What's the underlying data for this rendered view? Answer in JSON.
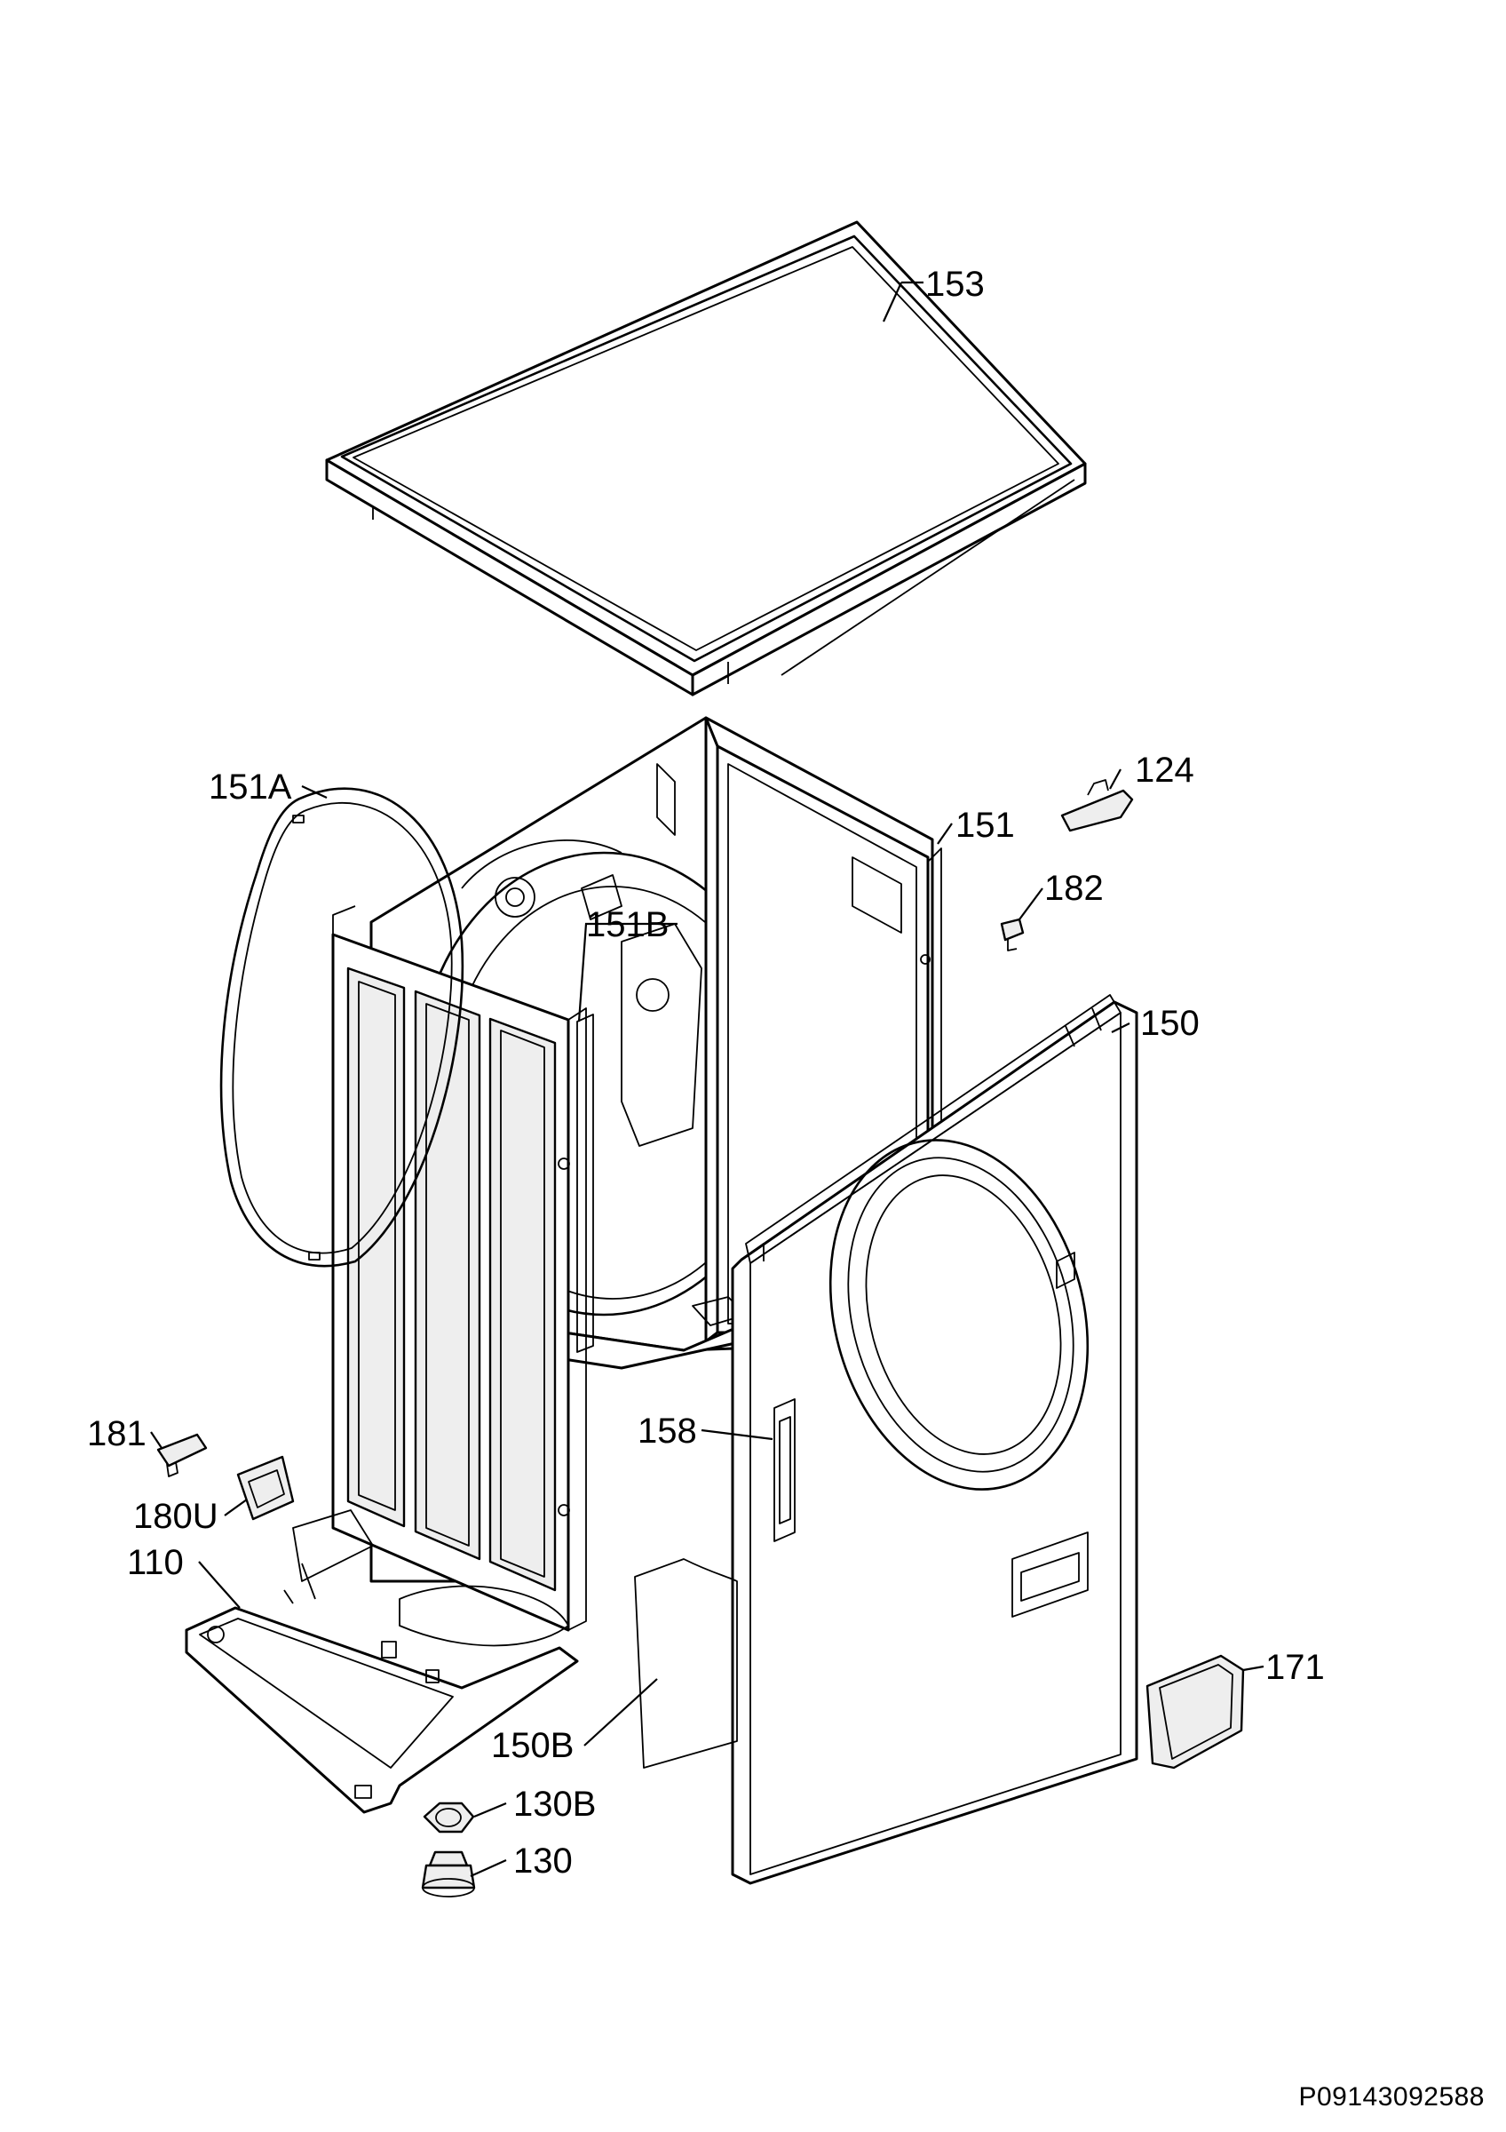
{
  "diagram": {
    "labels": {
      "p153": "153",
      "p124": "124",
      "p151": "151",
      "p151a": "151A",
      "p182": "182",
      "p151b": "151B",
      "p150": "150",
      "p181": "181",
      "p158": "158",
      "p180u": "180U",
      "p110": "110",
      "p171": "171",
      "p150b": "150B",
      "p130b": "130B",
      "p130": "130"
    },
    "reference_code": "P09143092588"
  }
}
